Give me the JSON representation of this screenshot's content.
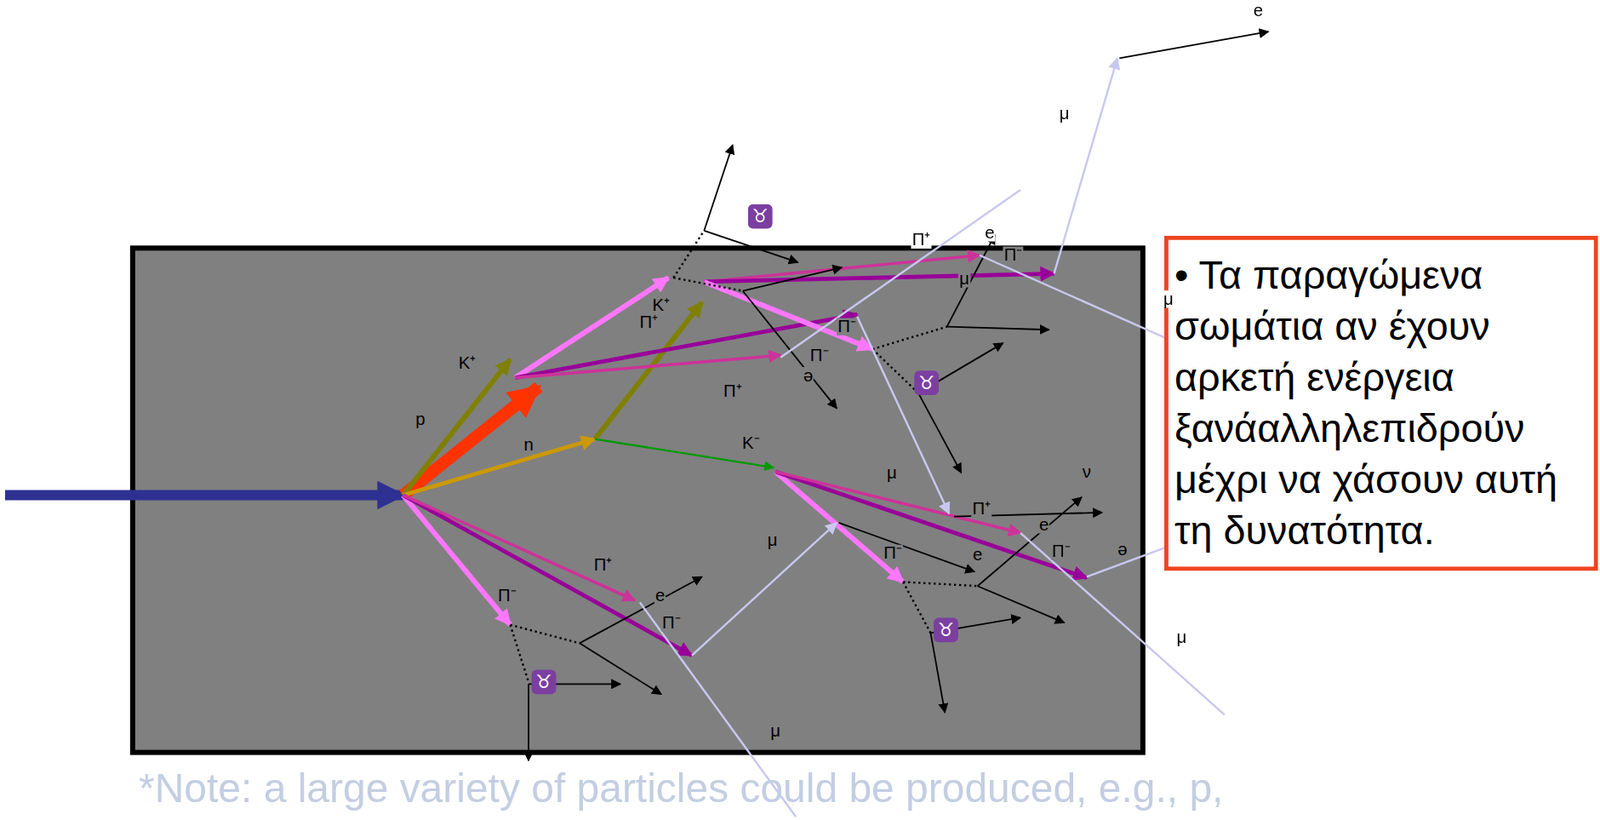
{
  "diagram": {
    "nodes": [
      {
        "text": [
          "• Τα παραγώμενα σωμάτια αν έχουν αρκετή ενέργεια ξανάαλληλεπιδρούν μέχρι να χάσουν αυτή τη δυνατότητα."
        ]
      }
    ],
    "labels": [
      "e",
      "μ",
      "♉",
      "Π⁺",
      "e",
      "Π⁻",
      "μ",
      "μ",
      "K⁺",
      "Π⁺",
      "Π⁻",
      "K⁺",
      "Π⁻",
      "ə",
      "Π⁺",
      "♉",
      "p",
      "n",
      "K⁻",
      "μ",
      "ν",
      "Π⁺",
      "e",
      "μ",
      "Π⁻",
      "e",
      "Π⁻",
      "ə",
      "Π⁺",
      "Π⁻",
      "e",
      "Π⁻",
      "♉",
      "μ",
      "♉",
      "μ",
      "*Note: a large variety of particles could be produced, e.g., p,"
    ]
  }
}
